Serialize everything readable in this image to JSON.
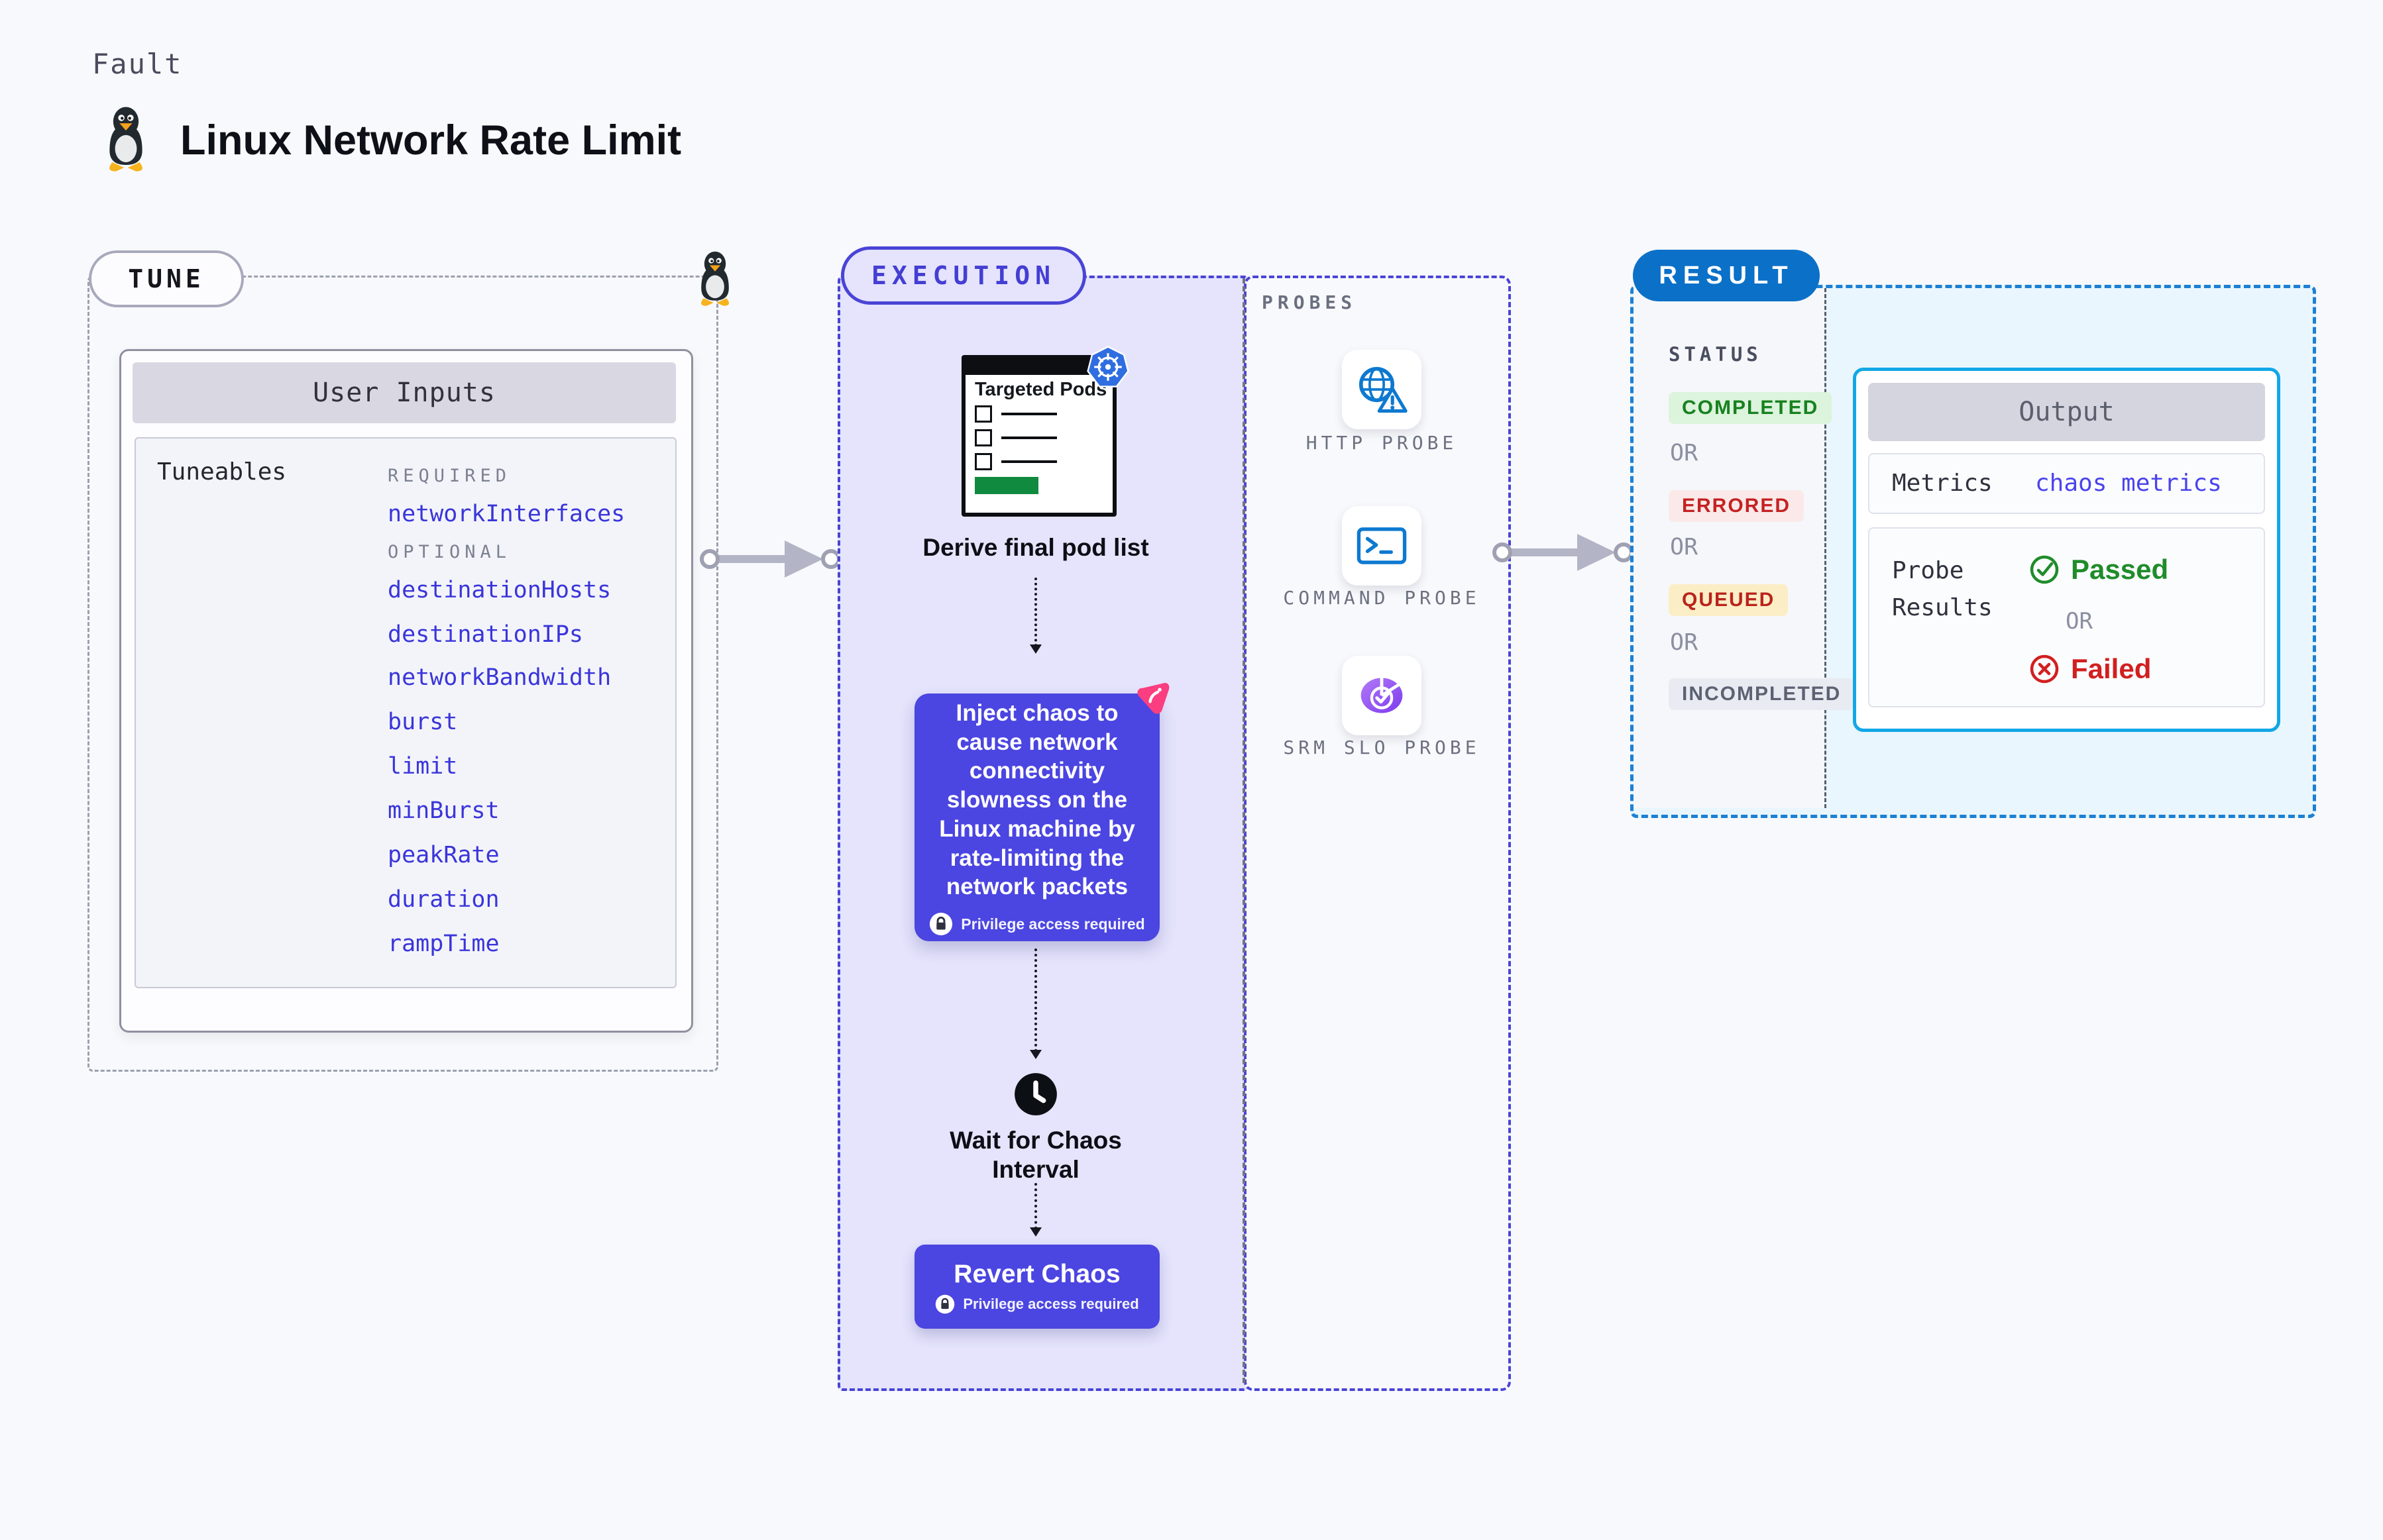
{
  "header": {
    "eyebrow": "Fault",
    "title": "Linux Network Rate Limit"
  },
  "tune": {
    "badge": "TUNE",
    "user_inputs_title": "User Inputs",
    "tuneables_label": "Tuneables",
    "required_label": "REQUIRED",
    "optional_label": "OPTIONAL",
    "required_params": [
      "networkInterfaces"
    ],
    "optional_params": [
      "destinationHosts",
      "destinationIPs",
      "networkBandwidth",
      "burst",
      "limit",
      "minBurst",
      "peakRate",
      "duration",
      "rampTime"
    ]
  },
  "execution": {
    "badge": "EXECUTION",
    "targeted_pods_label": "Targeted Pods",
    "derive_step": "Derive final pod list",
    "inject_step": "Inject chaos to cause network connectivity slowness on the Linux machine by rate-limiting the network packets",
    "privilege_note": "Privilege access required",
    "wait_step": "Wait for Chaos Interval",
    "revert_step": "Revert Chaos"
  },
  "probes": {
    "title": "PROBES",
    "items": [
      {
        "label": "HTTP PROBE",
        "icon": "globe-alert-icon"
      },
      {
        "label": "COMMAND PROBE",
        "icon": "terminal-icon"
      },
      {
        "label": "SRM SLO PROBE",
        "icon": "slo-gauge-icon"
      }
    ]
  },
  "result": {
    "badge": "RESULT",
    "status_label": "STATUS",
    "or_label": "OR",
    "statuses": [
      {
        "label": "COMPLETED",
        "bg": "#dcf3dc",
        "color": "#17811f"
      },
      {
        "label": "ERRORED",
        "bg": "#fbe9e9",
        "color": "#c42222"
      },
      {
        "label": "QUEUED",
        "bg": "#fbeec6",
        "color": "#ba231c"
      },
      {
        "label": "INCOMPLETED",
        "bg": "#e9ebf2",
        "color": "#5c6273"
      }
    ],
    "output": {
      "title": "Output",
      "metrics_label": "Metrics",
      "metrics_value": "chaos metrics",
      "probe_results_label": "Probe Results",
      "passed_label": "Passed",
      "failed_label": "Failed"
    }
  },
  "colors": {
    "accent_indigo": "#4a44d6",
    "chaos_box_indigo": "#4b45e1",
    "result_blue": "#0b70c8",
    "output_border_cyan": "#12a7e6",
    "param_link_blue": "#3a35da",
    "metrics_value_blue": "#4b43ec",
    "passed_green": "#1f8c2a",
    "failed_red": "#d21f1f",
    "kubernetes_blue": "#2f6de0",
    "probe_icon_blue": "#0d79d0",
    "litmus_pink": "#fb3e7f"
  }
}
